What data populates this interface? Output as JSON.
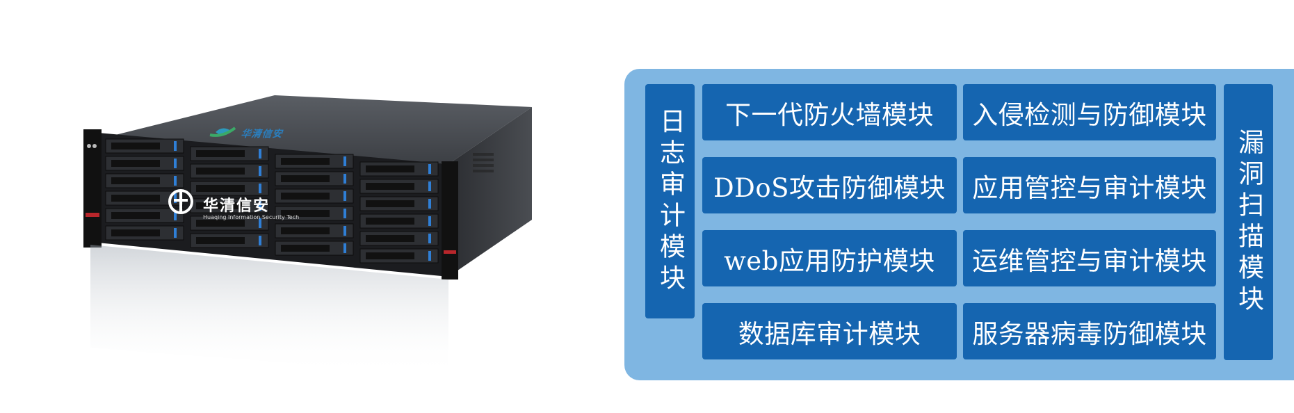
{
  "brand": {
    "name": "华清信安",
    "tagline": "Huaqing Information Security Tech"
  },
  "diagram": {
    "left_label": "日志审计模块",
    "right_label": "漏洞扫描模块",
    "modules": [
      "下一代防火墙模块",
      "入侵检测与防御模块",
      "DDoS攻击防御模块",
      "应用管控与审计模块",
      "web应用防护模块",
      "运维管控与审计模块",
      "数据库审计模块",
      "服务器病毒防御模块"
    ]
  },
  "colors": {
    "panel": "#7fb6e2",
    "box": "#1565b0",
    "text": "#ffffff"
  }
}
